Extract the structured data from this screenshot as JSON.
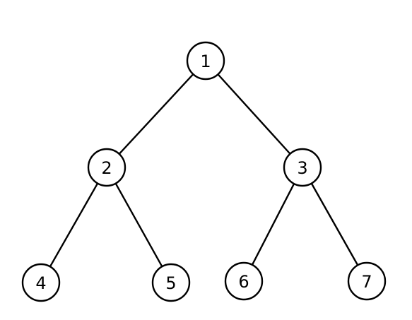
{
  "diagram": {
    "type": "binary-tree",
    "highlight_color": "#f07373",
    "node_fill": "#ffffff",
    "stroke_color": "#000000",
    "nodes": [
      {
        "id": "1",
        "label": "1",
        "highlighted": true
      },
      {
        "id": "2",
        "label": "2",
        "highlighted": false
      },
      {
        "id": "3",
        "label": "3",
        "highlighted": false
      },
      {
        "id": "4",
        "label": "4",
        "highlighted": false
      },
      {
        "id": "5",
        "label": "5",
        "highlighted": false
      },
      {
        "id": "6",
        "label": "6",
        "highlighted": false
      },
      {
        "id": "7",
        "label": "7",
        "highlighted": false
      }
    ],
    "edges": [
      {
        "from": "1",
        "to": "2"
      },
      {
        "from": "1",
        "to": "3"
      },
      {
        "from": "2",
        "to": "4"
      },
      {
        "from": "2",
        "to": "5"
      },
      {
        "from": "3",
        "to": "6"
      },
      {
        "from": "3",
        "to": "7"
      }
    ]
  }
}
